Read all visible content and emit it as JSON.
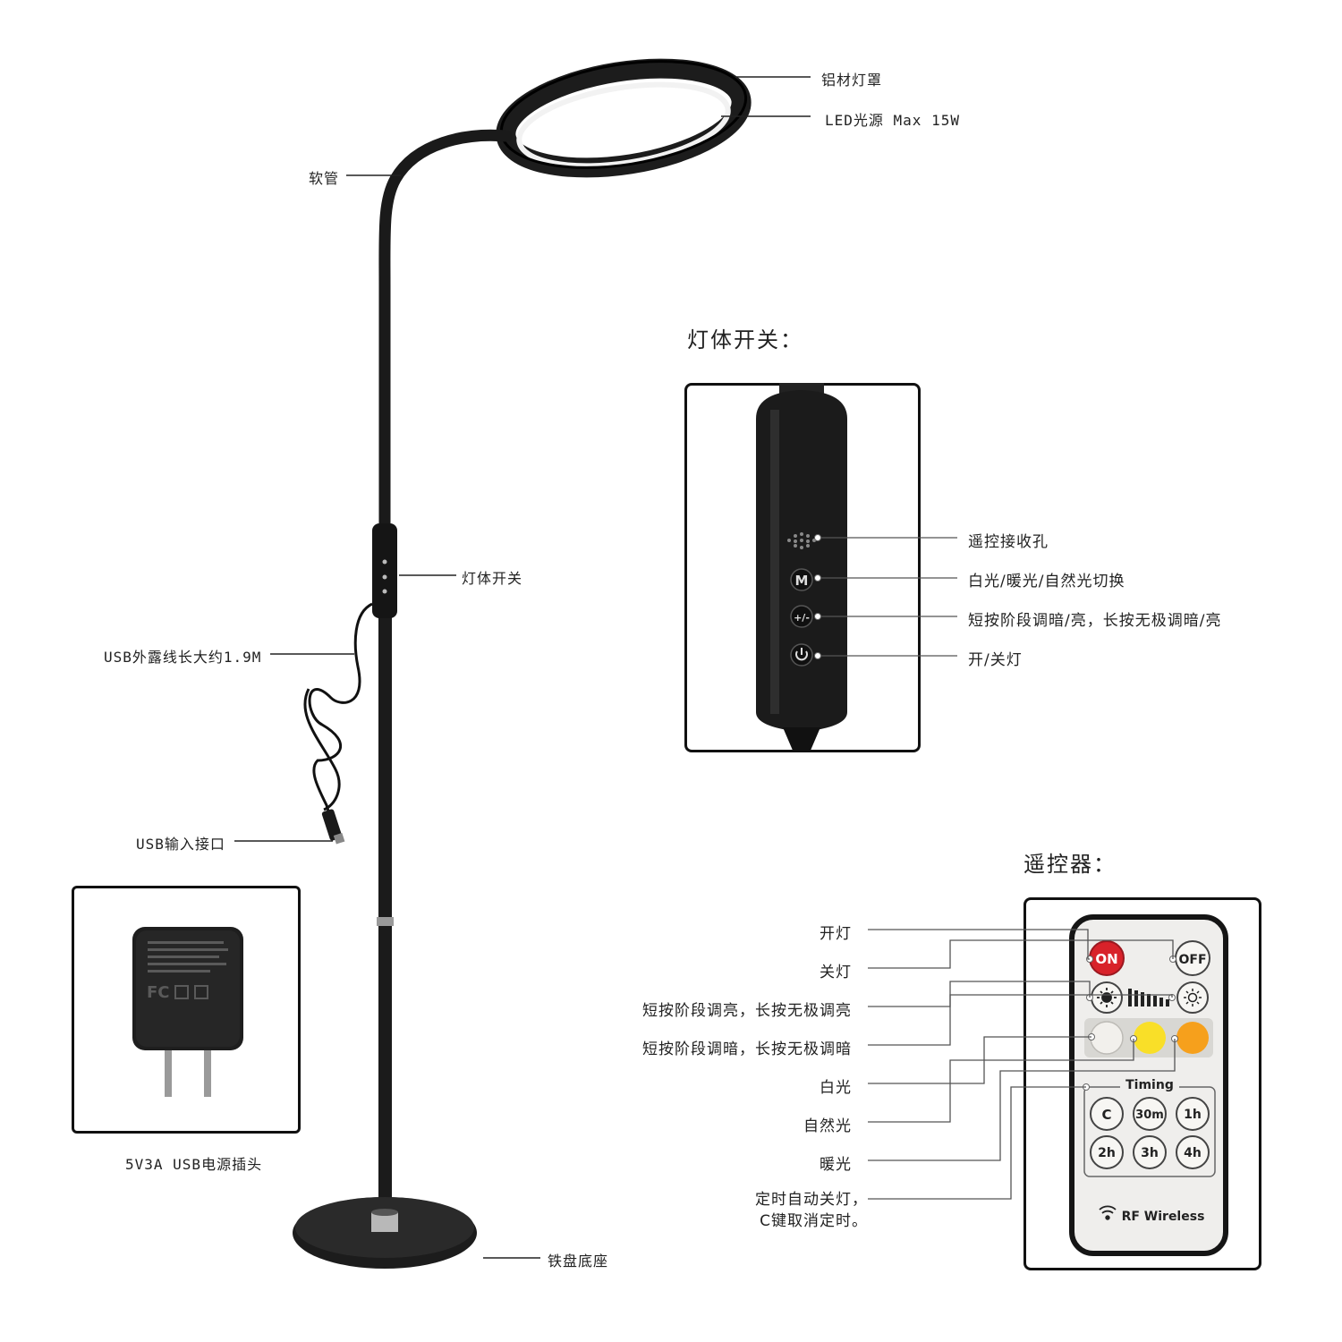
{
  "lamp_labels": {
    "shade": "铝材灯罩",
    "led": "LED光源  Max 15W",
    "hose": "软管",
    "switch": "灯体开关",
    "cable": "USB外露线长大约1.9M",
    "usb_port": "USB输入接口",
    "base": "铁盘底座"
  },
  "adapter": {
    "caption": "5V3A USB电源插头"
  },
  "switch_panel": {
    "heading": "灯体开关：",
    "items": [
      {
        "icon": "speaker-holes",
        "label": "遥控接收孔"
      },
      {
        "icon": "M",
        "label": "白光/暖光/自然光切换"
      },
      {
        "icon": "+/-",
        "label": "短按阶段调暗/亮，长按无极调暗/亮"
      },
      {
        "icon": "power",
        "label": "开/关灯"
      }
    ]
  },
  "remote": {
    "heading": "遥控器：",
    "labels": [
      "开灯",
      "关灯",
      "短按阶段调亮，长按无极调亮",
      "短按阶段调暗，长按无极调暗",
      "白光",
      "自然光",
      "暖光",
      "定时自动关灯，",
      "C键取消定时。"
    ],
    "buttons": {
      "on": "ON",
      "off": "OFF",
      "timing_title": "Timing",
      "timers": [
        "C",
        "30m",
        "1h",
        "2h",
        "3h",
        "4h"
      ],
      "footer": "RF Wireless"
    },
    "colors": {
      "on_button": "#d8222a",
      "white_light": "#f2f0ec",
      "natural_light": "#f9df28",
      "warm_light": "#f6a01c",
      "body": "#efeeec"
    }
  }
}
